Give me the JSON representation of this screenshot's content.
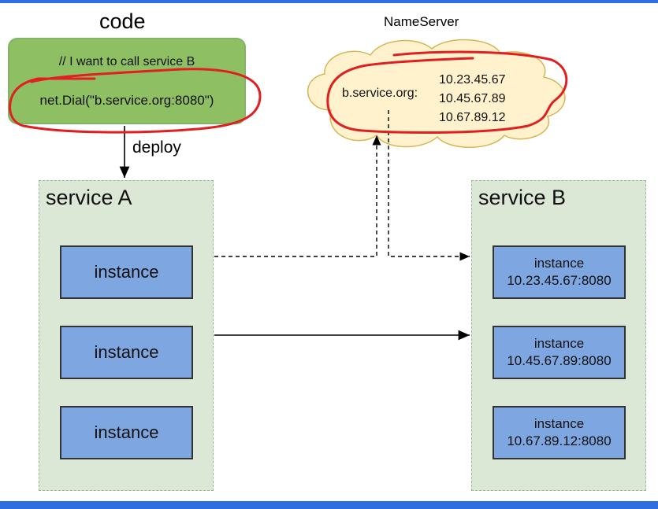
{
  "code": {
    "title": "code",
    "comment": "// I want to call service B",
    "call": "net.Dial(\"b.service.org:8080\")"
  },
  "deploy_label": "deploy",
  "nameserver": {
    "title": "NameServer",
    "key": "b.service.org:",
    "ips": [
      "10.23.45.67",
      "10.45.67.89",
      "10.67.89.12"
    ]
  },
  "service_a": {
    "title": "service A",
    "instances": [
      "instance",
      "instance",
      "instance"
    ]
  },
  "service_b": {
    "title": "service B",
    "instances": [
      {
        "label": "instance",
        "address": "10.23.45.67:8080"
      },
      {
        "label": "instance",
        "address": "10.45.67.89:8080"
      },
      {
        "label": "instance",
        "address": "10.67.89.12:8080"
      }
    ]
  },
  "colors": {
    "code_box": "#8fbf63",
    "service_bg": "#dbe8d6",
    "instance": "#7ea6e0",
    "cloud": "#fff2cc",
    "annotation": "#e02020",
    "frame_bar": "#2f6fe0"
  }
}
